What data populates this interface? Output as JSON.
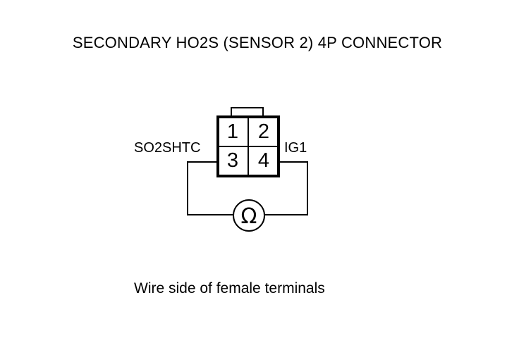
{
  "title": "SECONDARY HO2S (SENSOR 2) 4P CONNECTOR",
  "connector": {
    "pins": [
      "1",
      "2",
      "3",
      "4"
    ],
    "left_terminal_label": "SO2SHTC",
    "right_terminal_label": "IG1"
  },
  "meter": {
    "symbol": "Ω",
    "icon": "ohmmeter-icon"
  },
  "caption": "Wire side of female terminals",
  "colors": {
    "line": "#000000",
    "background": "#ffffff"
  }
}
